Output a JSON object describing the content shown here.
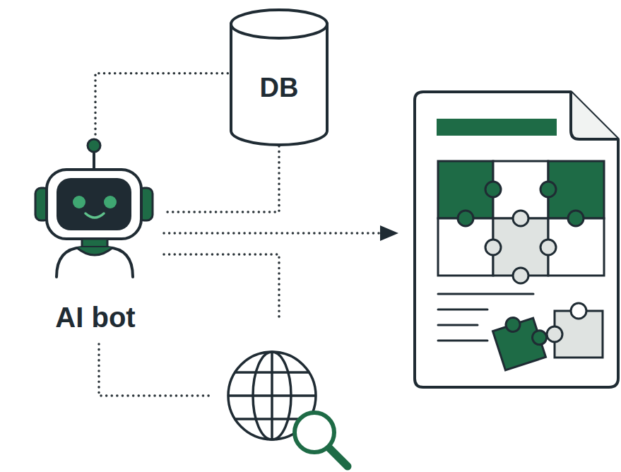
{
  "diagram": {
    "nodes": [
      {
        "text": [
          "DB"
        ]
      },
      {
        "text": [
          "AI bot"
        ]
      }
    ],
    "edges": [
      {
        "from": 1,
        "to": 0,
        "arrow": "none"
      },
      {
        "from": 0,
        "to": 1,
        "arrow": "none"
      }
    ]
  }
}
